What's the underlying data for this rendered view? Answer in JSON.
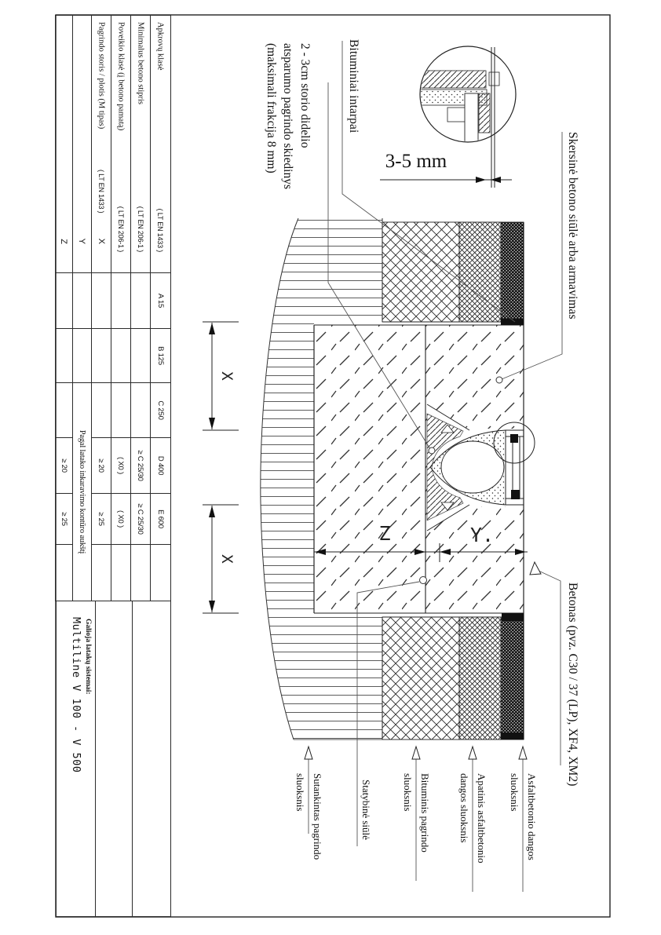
{
  "sheet": {
    "system_caption": "Galioja latakų sistemai:",
    "system_name": "Multiline V 100 - V 500"
  },
  "callouts": {
    "skersine": "Skersinė betono siūlė arba armavimas",
    "betonas": "Betonas (pvz. C30 / 37 (LP), XF4, XM2)",
    "bituminiai": "Bituminiai intarpai",
    "skiedinys_line1": "2 - 3cm storio didelio",
    "skiedinys_line2": "atsparumo pagrindo skiedinys",
    "skiedinys_line3": "(maksimali frakcija 8 mm)"
  },
  "layers": [
    {
      "line1": "Asfaltbetonio dangos",
      "line2": "sluoksnis"
    },
    {
      "line1": "Apatinis asfaltbetonio",
      "line2": "dangos sluoksnis"
    },
    {
      "line1": "Bituminis pagrindo",
      "line2": "sluoksnis"
    },
    {
      "line1": "Statybinė siūlė",
      "line2": ""
    },
    {
      "line1": "Sutankintas pagrindo",
      "line2": "sluoksnis"
    }
  ],
  "dimensions": {
    "x_left": "X",
    "x_right": "X",
    "y": "Y.",
    "z": "Z",
    "gap": "3-5 mm"
  },
  "table": {
    "rows": [
      {
        "label": "Apkrovų klasė",
        "norm": "( LT EN 1433 )",
        "values": [
          "A 15",
          "B 125",
          "C 250",
          "D 400",
          "E 600",
          ""
        ]
      },
      {
        "label": "Minimalus betono stipris",
        "norm": "( LT EN 206-1 )",
        "values": [
          "",
          "",
          "",
          "≥ C 25/30",
          "≥ C 25/30",
          ""
        ]
      },
      {
        "label": "Poveikio klasė (į betono pamatą)",
        "norm": "( LT EN 206-1 )",
        "values": [
          "",
          "",
          "",
          "( X0 )",
          "( X0 )",
          ""
        ]
      },
      {
        "label": "Pagrindo storis / plotis (M tipas)",
        "norm": "( LT EN 1433 )",
        "dim": "X",
        "values": [
          "",
          "",
          "",
          "≥ 20",
          "≥ 25",
          ""
        ]
      },
      {
        "dim": "Y",
        "span_text": "Pagal latako inkaravimo kontūro aukštį",
        "values": [
          "",
          ""
        ]
      },
      {
        "dim": "Z",
        "values": [
          "",
          "",
          "",
          "≥ 20",
          "≥ 25",
          ""
        ]
      }
    ]
  }
}
